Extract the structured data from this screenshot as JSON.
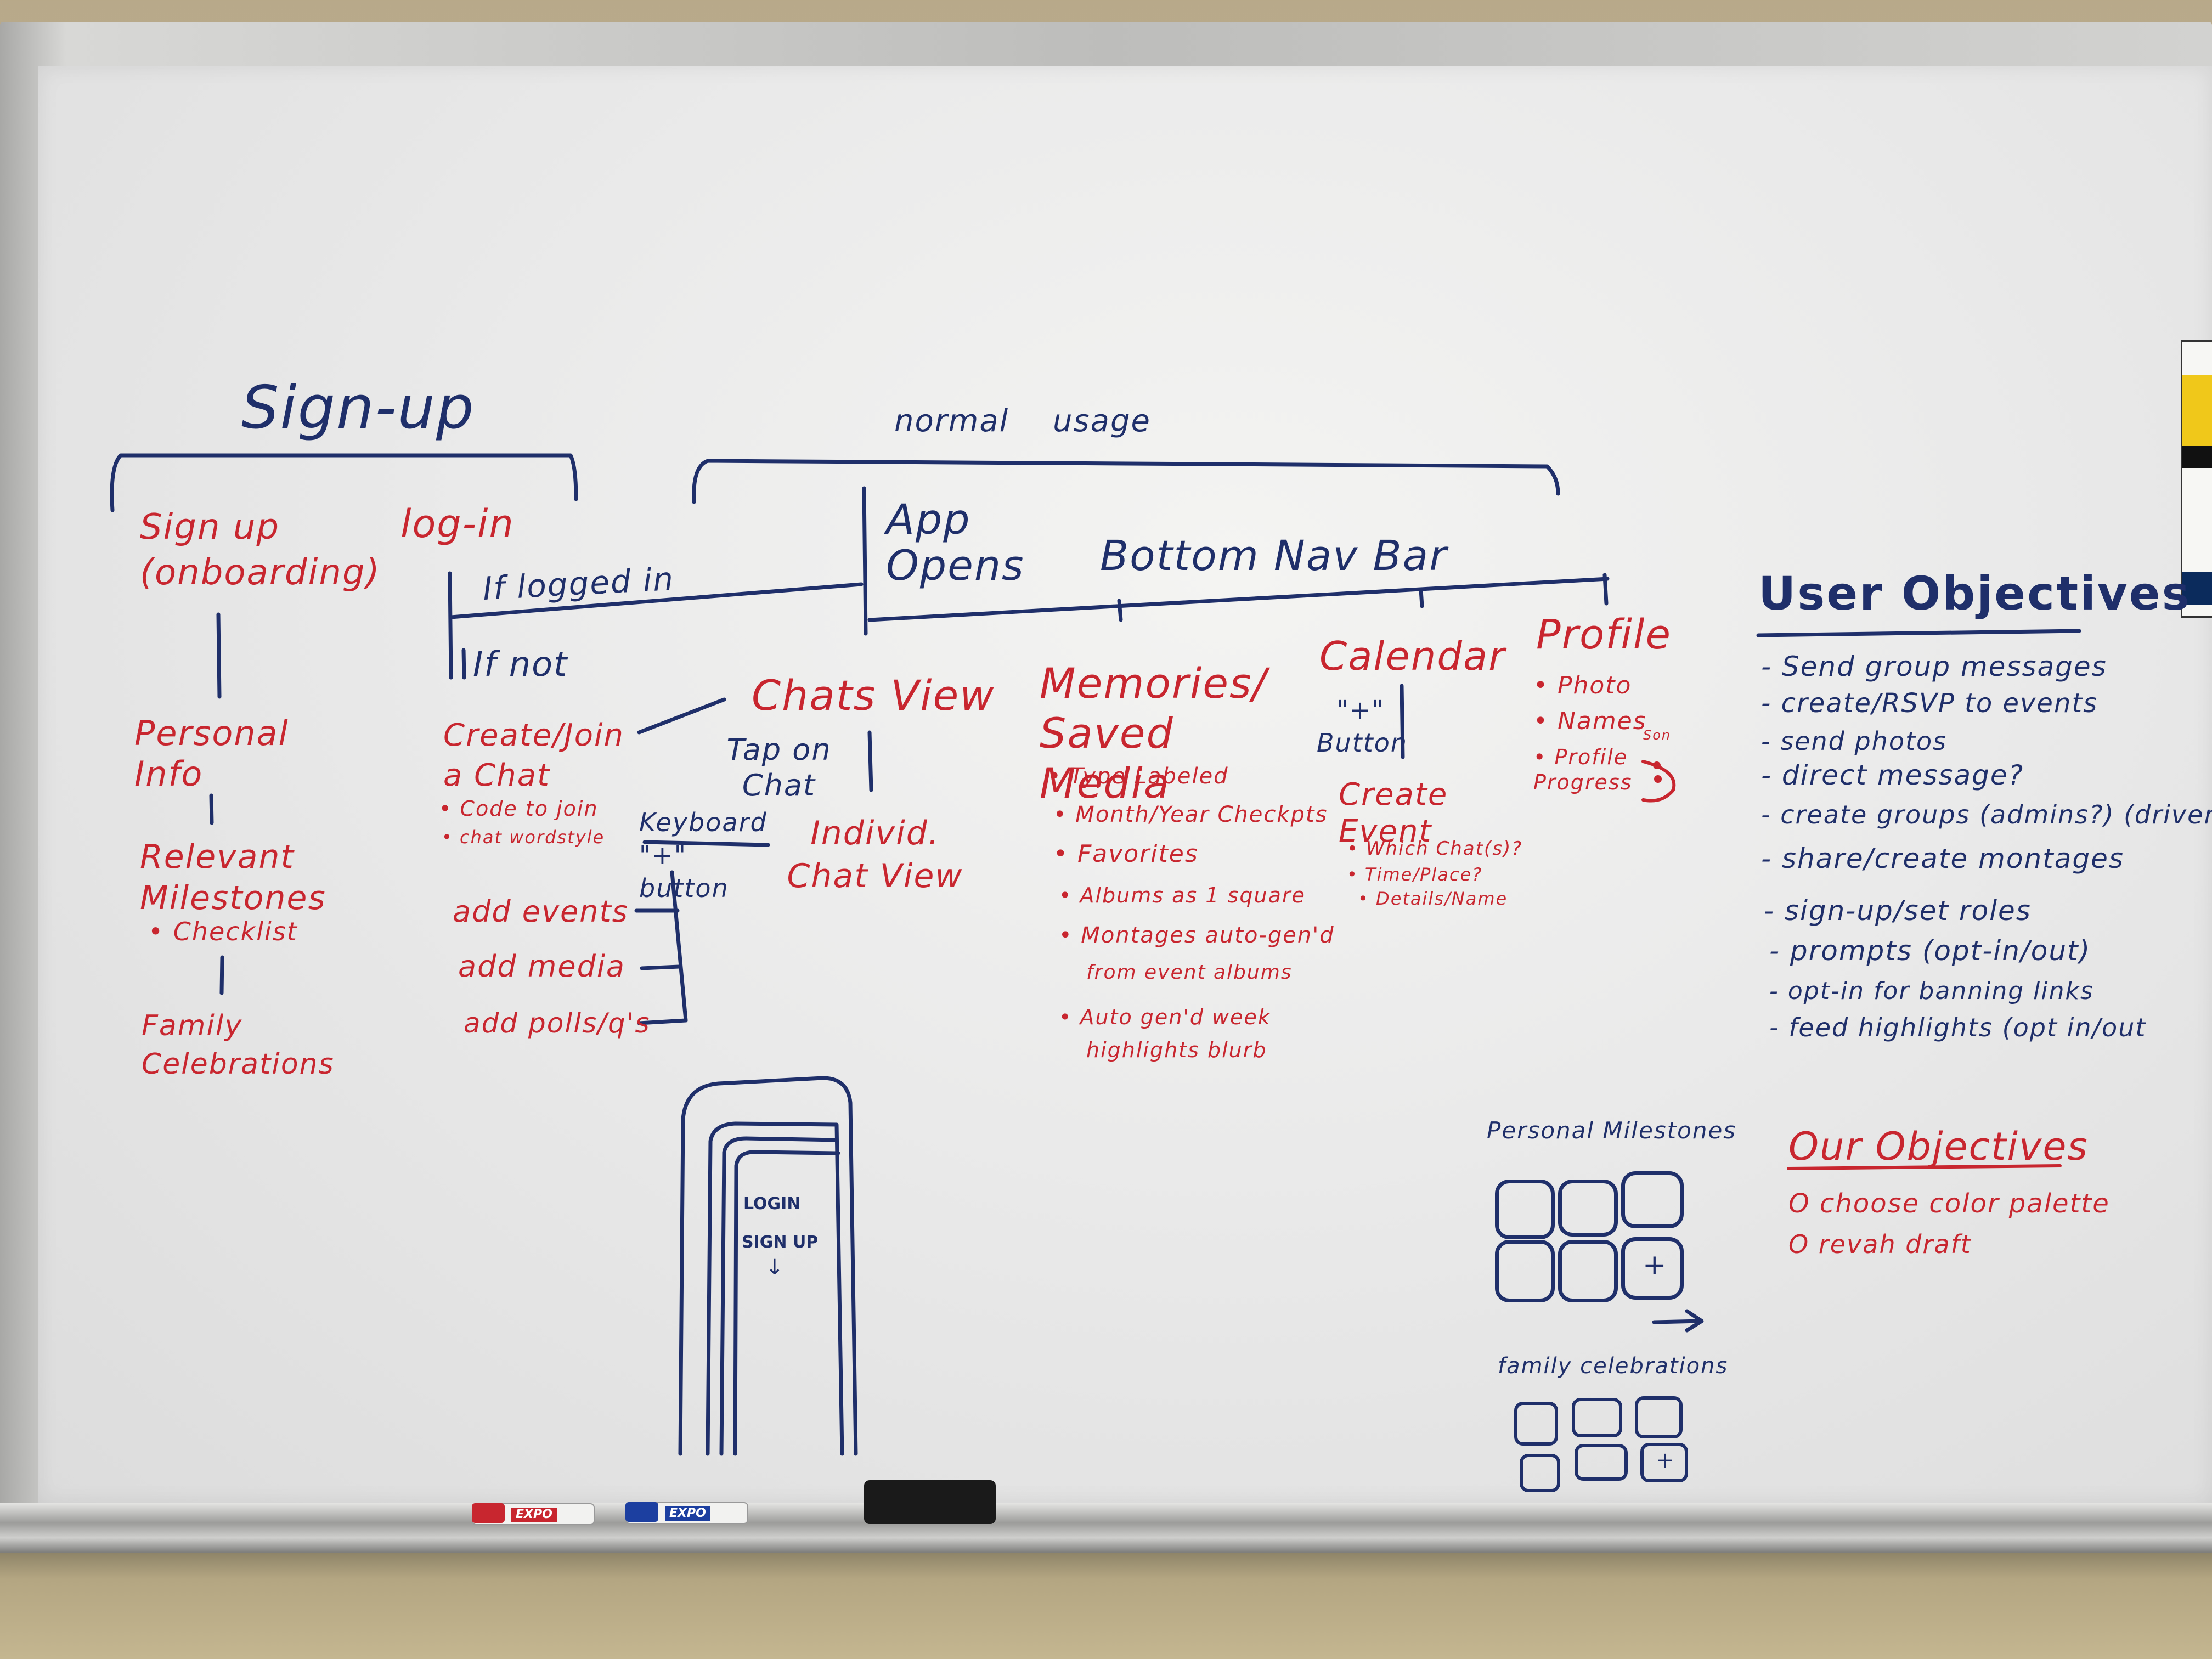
{
  "board": {
    "signup_section": {
      "title": "Sign-up",
      "signup_heading": "Sign up (onboarding)",
      "personal_info": "Personal Info",
      "relevant_milestones": "Relevant Milestones",
      "checklist": "• Checklist",
      "family_celebrations": "Family Celebrations",
      "login_heading": "log-in",
      "if_logged_in": "If logged in",
      "if_not": "If not",
      "create_join_chat": "Create/Join a Chat",
      "code_to_join": "• Code to join",
      "chat_wordstyle": "• chat wordstyle",
      "add_events": "add events",
      "add_media": "add media",
      "add_polls": "add polls/q's"
    },
    "normal_usage": {
      "title": "normal usage",
      "app_opens": "App Opens",
      "bottom_nav_bar": "Bottom Nav Bar",
      "chats_view": "Chats View",
      "tap_on_chat": "Tap on Chat",
      "individ_chat_view": "Individ. Chat View",
      "keyboard_plus_button": "Keyboard \"+\" button",
      "memories_title": "Memories/ Saved Media",
      "memories_items": [
        "• Type Labeled",
        "• Month/Year Checkpts",
        "• Favorites",
        "• Albums as 1 square",
        "• Montages auto-gen'd",
        "from event albums",
        "• Auto gen'd week",
        "highlights blurb"
      ],
      "calendar_title": "Calendar",
      "plus_button": "\"+\" Button",
      "create_event": "Create Event",
      "calendar_items": [
        "• Which Chat(s)?",
        "• Time/Place?",
        "• Details/Name"
      ],
      "profile_title": "Profile",
      "profile_items": [
        "• Photo",
        "• Names",
        "• Profile Progress"
      ],
      "smiley_note": "Son"
    },
    "phone_sketch": {
      "login": "LOGIN",
      "signup": "SIGN UP",
      "arrow": "↓"
    },
    "user_objectives": {
      "title": "User Objectives",
      "items": [
        "- Send group messages",
        "- create/RSVP to events",
        "- send photos",
        "- direct message?",
        "- create groups (admins?) (driver user)",
        "- share/create montages",
        "- sign-up/set roles",
        "- prompts (opt-in/out)",
        "- opt-in for banning links",
        "- feed highlights (opt in/out"
      ]
    },
    "milestones_sketch": {
      "personal_milestones": "Personal Milestones",
      "family_celebrations": "family celebrations",
      "plus": "+",
      "arrow": "→"
    },
    "our_objectives": {
      "title": "Our Objectives",
      "items": [
        "O choose color palette",
        "O revah draft"
      ]
    }
  },
  "tray": {
    "red_marker_brand": "EXPO",
    "blue_marker_brand": "EXPO"
  },
  "colors": {
    "red_ink": "#c8262f",
    "blue_ink": "#1f2f6a",
    "board": "#ececec",
    "wall": "#c2b391"
  }
}
